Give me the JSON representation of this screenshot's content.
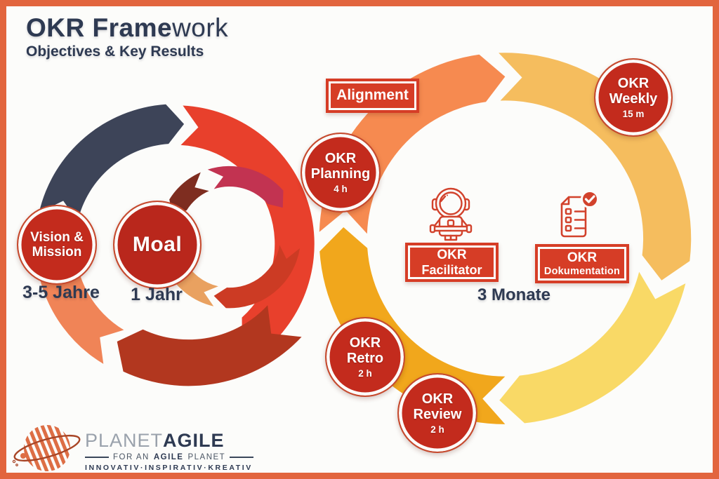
{
  "header": {
    "title_bold": "OKR Frame",
    "title_light": "work",
    "subtitle": "Objectives & Key Results"
  },
  "left_cycle": {
    "vision_circle": {
      "line1": "Vision &",
      "line2": "Mission"
    },
    "vision_label": "3-5 Jahre",
    "moal_circle": {
      "label": "Moal"
    },
    "moal_label": "1 Jahr"
  },
  "right_cycle": {
    "alignment_box": {
      "label": "Alignment"
    },
    "planning_circle": {
      "line1": "OKR",
      "line2": "Planning",
      "duration": "4 h"
    },
    "weekly_circle": {
      "line1": "OKR",
      "line2": "Weekly",
      "duration": "15 m"
    },
    "retro_circle": {
      "line1": "OKR",
      "line2": "Retro",
      "duration": "2 h"
    },
    "review_circle": {
      "line1": "OKR",
      "line2": "Review",
      "duration": "2 h"
    },
    "facilitator_box": {
      "line1": "OKR",
      "line2": "Facilitator"
    },
    "dokumentation_box": {
      "line1": "OKR",
      "line2": "Dokumentation"
    },
    "cycle_label": "3 Monate"
  },
  "icons": {
    "facilitator_icon": "astronaut-icon",
    "dokumentation_icon": "checklist-icon",
    "logo_icon": "planet-icon"
  },
  "logo": {
    "brand_light": "PLANET",
    "brand_bold": "AGILE",
    "tagline_pre": "FOR AN",
    "tagline_bold": "AGILE",
    "tagline_post": "PLANET",
    "motto": "INNOVATIV·INSPIRATIV·KREATIV"
  },
  "colors": {
    "border": "#e2653e",
    "background": "#fcfcfa",
    "text_navy": "#2e3a52",
    "circle_red": "#c32b1d",
    "box_red": "#d63d26",
    "icon_red": "#d2422c",
    "navy": "#3d4458",
    "red": "#e8402c",
    "brick": "#b2371f",
    "salmon": "#f08457",
    "maroon": "#7e2d20",
    "crimson": "#c23351",
    "inner_red": "#cc3b24",
    "tan": "#e9a160",
    "orange": "#f68a50",
    "golden": "#f5bd5e",
    "yellow": "#f9d966",
    "amber": "#f1a71c"
  }
}
